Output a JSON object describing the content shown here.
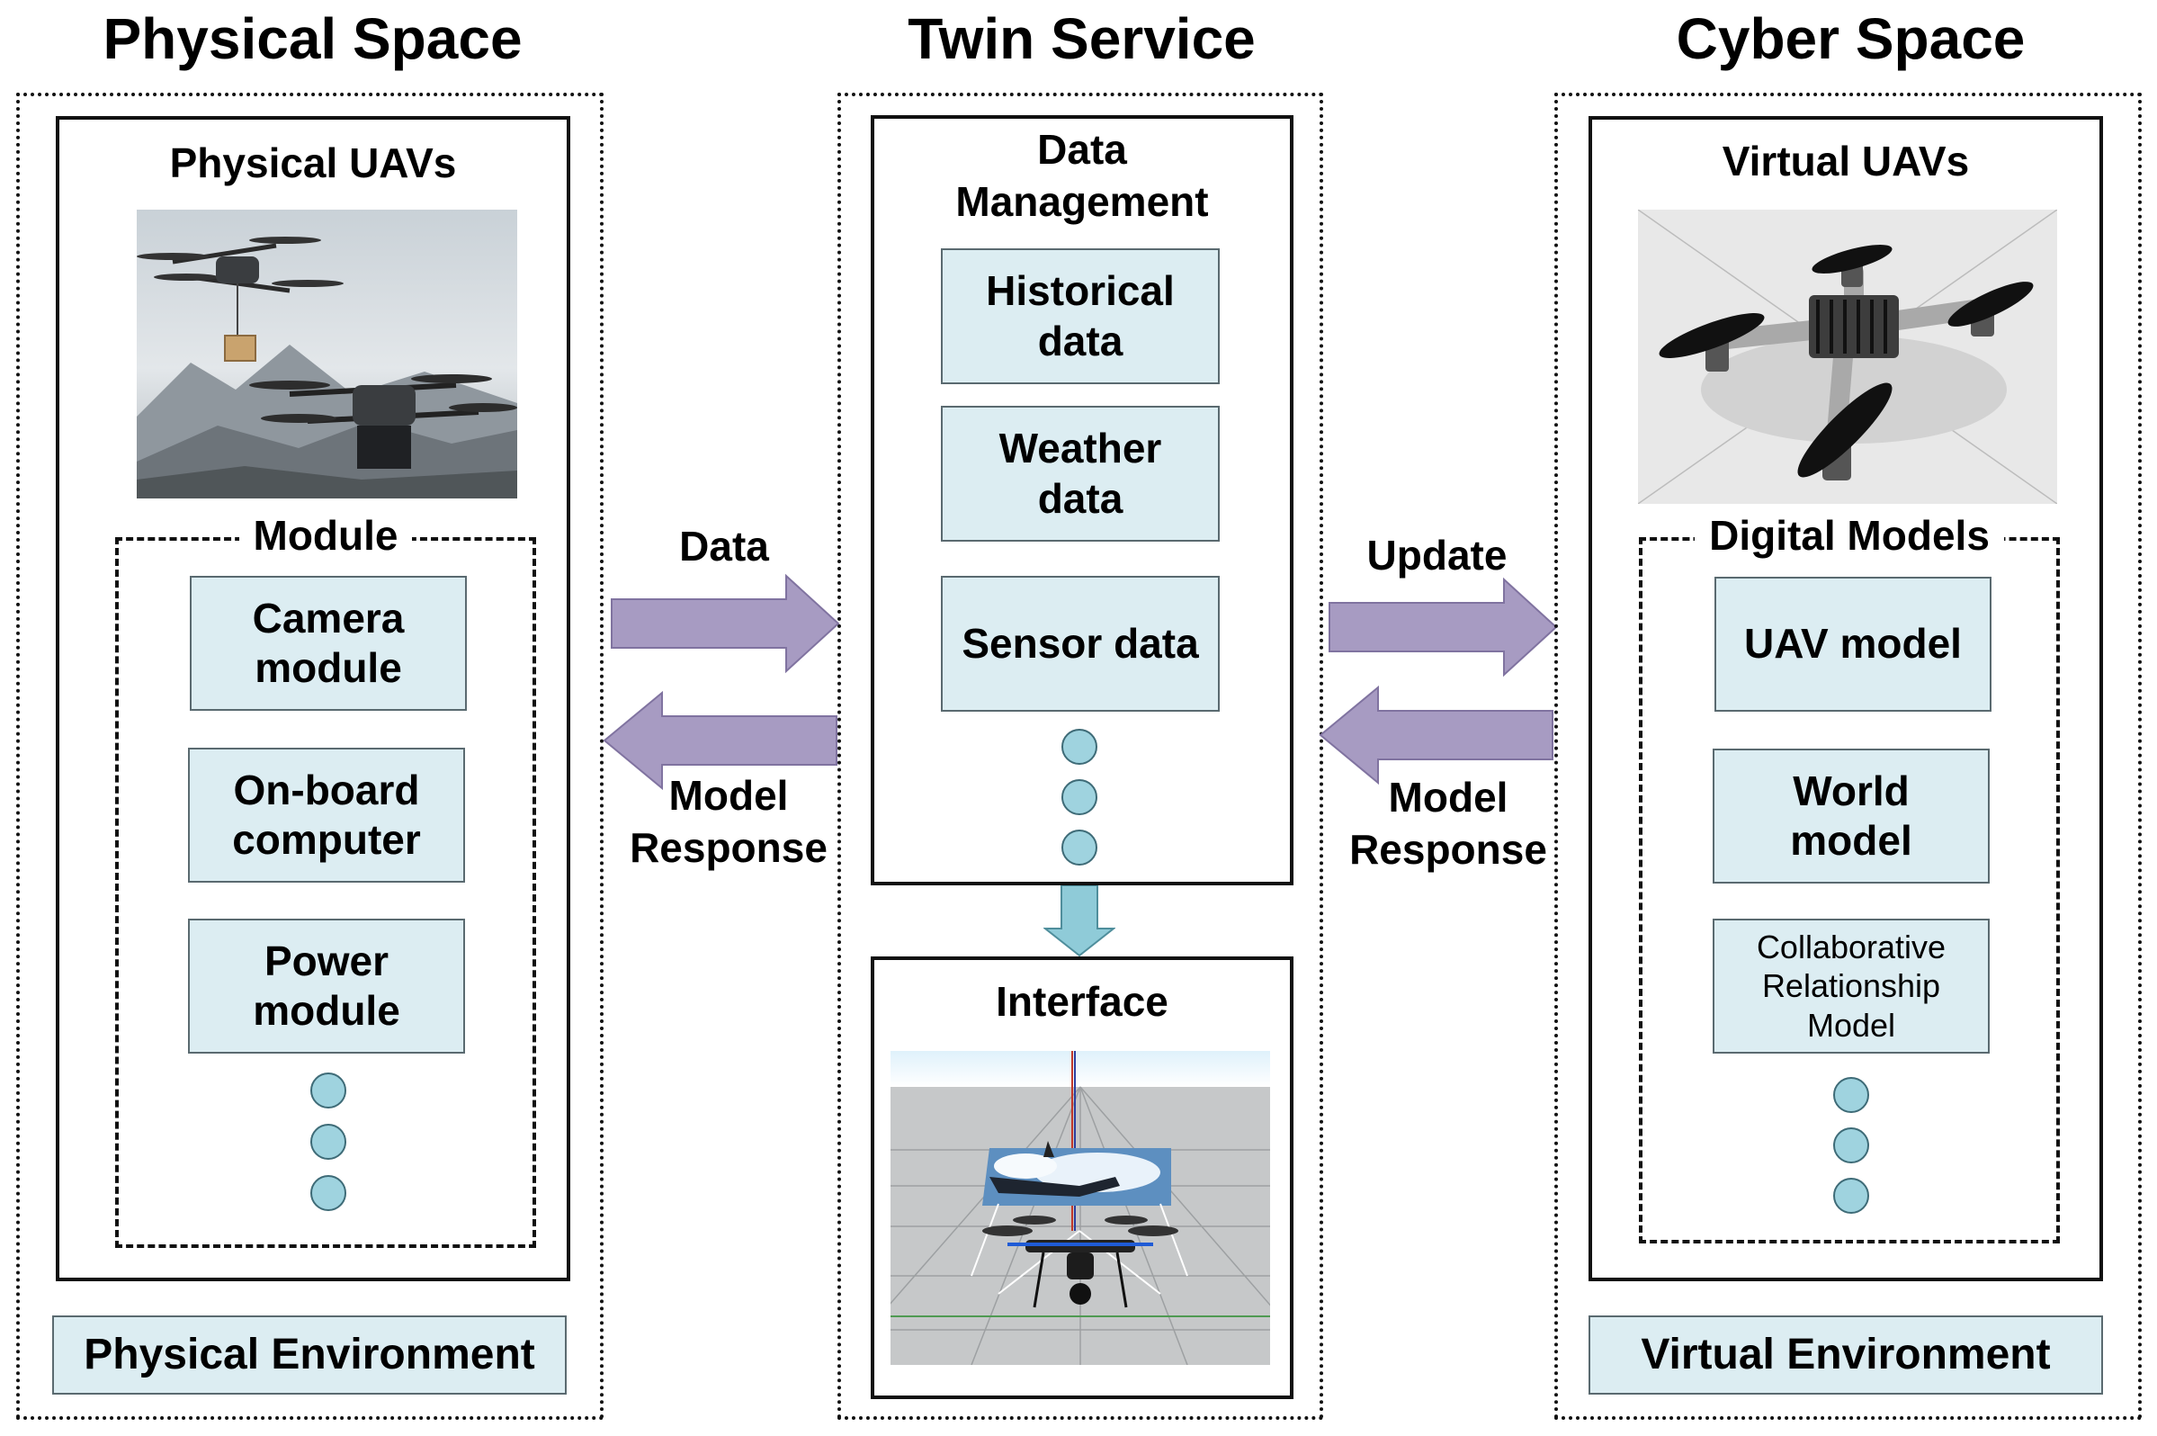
{
  "columns": {
    "physical": {
      "title": "Physical Space",
      "panel_title": "Physical UAVs",
      "group_title": "Module",
      "items": [
        "Camera\nmodule",
        "On-board\ncomputer",
        "Power\nmodule"
      ],
      "environment": "Physical Environment"
    },
    "twin": {
      "title": "Twin Service",
      "panel_title": "Data\nManagement",
      "items": [
        "Historical\ndata",
        "Weather\ndata",
        "Sensor data"
      ],
      "interface_title": "Interface"
    },
    "cyber": {
      "title": "Cyber Space",
      "panel_title": "Virtual UAVs",
      "group_title": "Digital Models",
      "items": [
        "UAV model",
        "World\nmodel",
        "Collaborative\nRelationship\nModel"
      ],
      "environment": "Virtual Environment"
    }
  },
  "arrows": {
    "left_forward": "Data",
    "left_back": "Model\nResponse",
    "right_forward": "Update",
    "right_back": "Model\nResponse"
  },
  "colors": {
    "box_fill": "#dcedf2",
    "dot_fill": "#9fd3df",
    "arrow_fill": "#a79bc2",
    "down_arrow_fill": "#8fcbd8"
  },
  "icons": {
    "physical_image": "delivery-drones-photo",
    "virtual_image": "quadcopter-3d-render",
    "interface_image": "drone-simulator-view"
  }
}
